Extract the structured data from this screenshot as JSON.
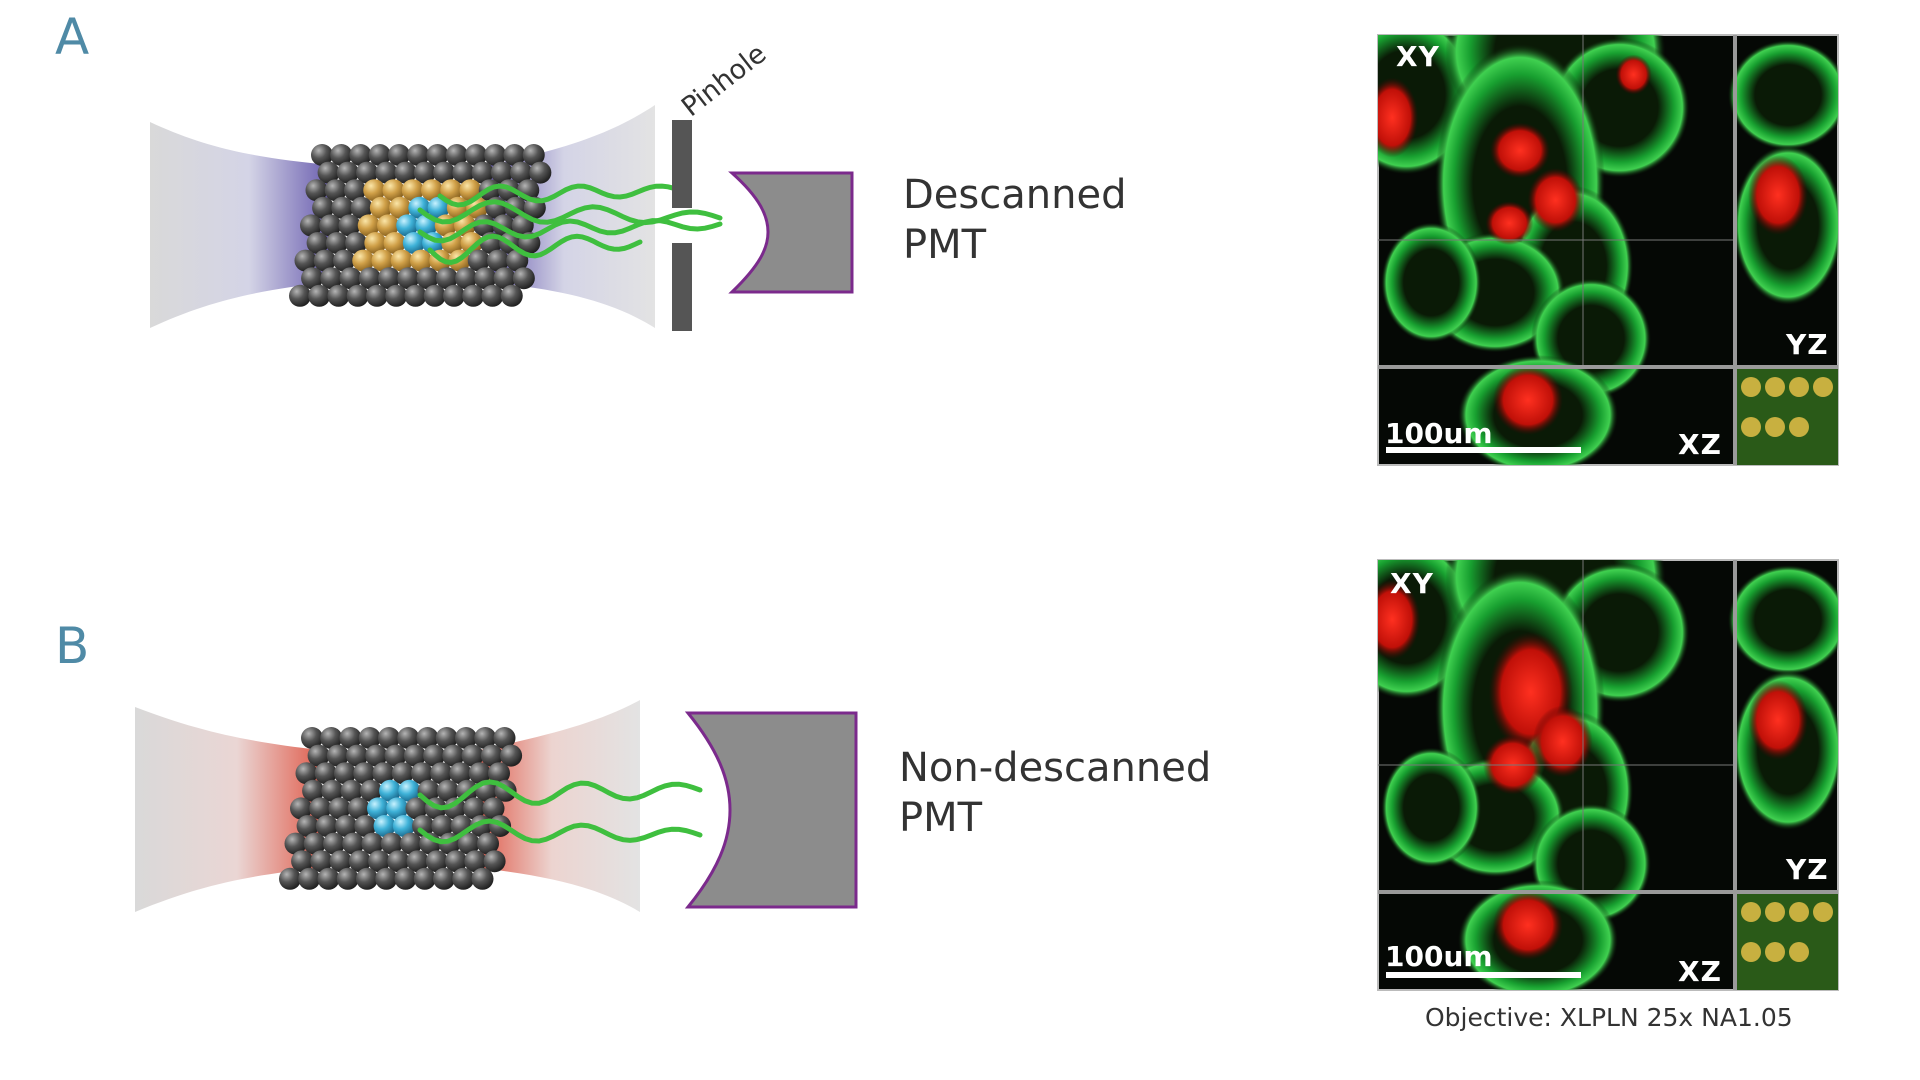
{
  "panels": [
    {
      "label": "A",
      "pinhole_label": "Pinhole",
      "detector": {
        "line1": "Descanned",
        "line2": "PMT"
      },
      "image": {
        "view_xy": "XY",
        "view_yz": "YZ",
        "view_xz": "XZ",
        "scale": "100um"
      }
    },
    {
      "label": "B",
      "detector": {
        "line1": "Non-descanned",
        "line2": "PMT"
      },
      "image": {
        "view_xy": "XY",
        "view_yz": "YZ",
        "view_xz": "XZ",
        "scale": "100um"
      }
    }
  ],
  "objective": "Objective: XLPLN 25x NA1.05",
  "colors": {
    "label_blue": "#4f8aa6",
    "excitation_a": "#6b5fb0",
    "excitation_b": "#e06050",
    "emission": "#3fbf3f",
    "detector_fill": "#8c8c8c",
    "detector_stroke": "#7b2a8c",
    "cell_green": "#22c040",
    "nucleus_red": "#e01010"
  }
}
